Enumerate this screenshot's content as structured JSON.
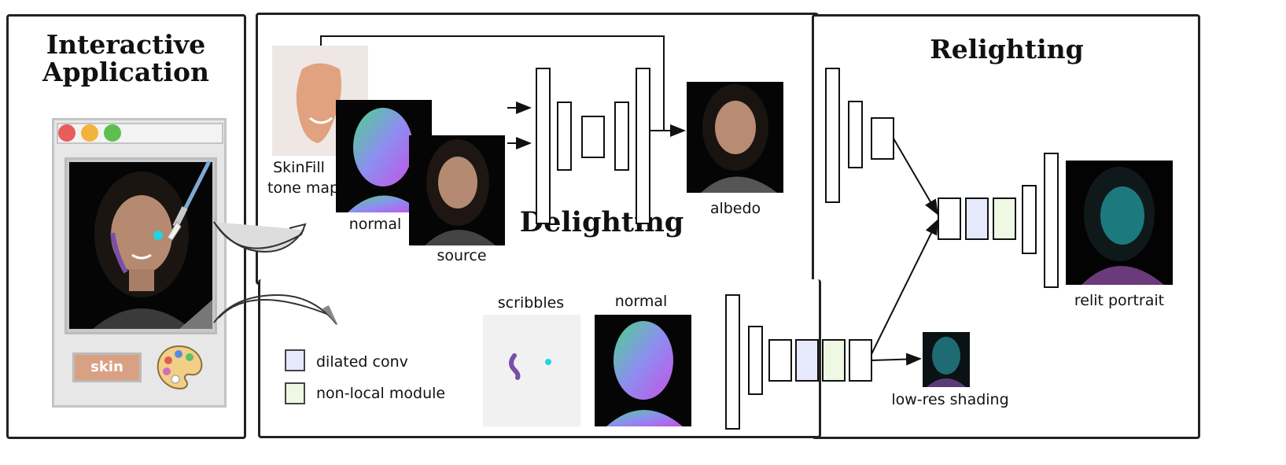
{
  "panels": {
    "interactive": {
      "title_line1": "Interactive",
      "title_line2": "Application"
    },
    "delighting": {
      "title": "Delighting"
    },
    "relighting": {
      "title": "Relighting"
    }
  },
  "app_window": {
    "traffic_light_colors": [
      "#e85c5c",
      "#f2b33d",
      "#5cbf4e"
    ],
    "skin_button_label": "skin",
    "skin_button_color": "#d9a183"
  },
  "labels": {
    "skinfill_line1": "SkinFill",
    "skinfill_line2": "tone map",
    "normal_top": "normal",
    "source": "source",
    "albedo": "albedo",
    "scribbles": "scribbles",
    "normal_bottom": "normal",
    "low_res_shading": "low-res shading",
    "relit_portrait": "relit portrait"
  },
  "legend": [
    {
      "label": "dilated conv",
      "color": "#e6e8fb"
    },
    {
      "label": "non-local module",
      "color": "#eef8e2"
    }
  ],
  "icons": [
    "paintbrush-icon",
    "palette-icon",
    "curved-arrow-icon"
  ]
}
